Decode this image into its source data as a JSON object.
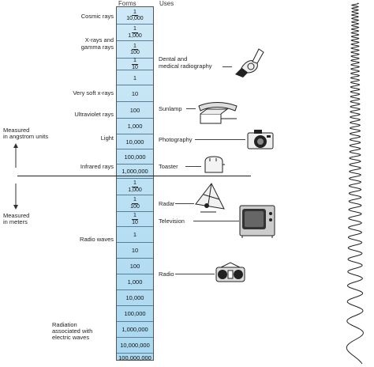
{
  "headers": {
    "forms": "Forms",
    "uses": "Uses"
  },
  "scale": [
    {
      "type": "frac",
      "num": "1",
      "den": "10,000"
    },
    {
      "type": "frac",
      "num": "1",
      "den": "1,000"
    },
    {
      "type": "frac",
      "num": "1",
      "den": "100"
    },
    {
      "type": "frac",
      "num": "1",
      "den": "10"
    },
    {
      "type": "int",
      "value": "1"
    },
    {
      "type": "int",
      "value": "10"
    },
    {
      "type": "int",
      "value": "100"
    },
    {
      "type": "int",
      "value": "1,000"
    },
    {
      "type": "int",
      "value": "10,000"
    },
    {
      "type": "int",
      "value": "100,000"
    },
    {
      "type": "int",
      "value": "1,000,000"
    },
    {
      "type": "frac",
      "num": "1",
      "den": "1,000"
    },
    {
      "type": "frac",
      "num": "1",
      "den": "100"
    },
    {
      "type": "frac",
      "num": "1",
      "den": "10"
    },
    {
      "type": "int",
      "value": "1"
    },
    {
      "type": "int",
      "value": "10"
    },
    {
      "type": "int",
      "value": "100"
    },
    {
      "type": "int",
      "value": "1,000"
    },
    {
      "type": "int",
      "value": "10,000"
    },
    {
      "type": "int",
      "value": "100,000"
    },
    {
      "type": "int",
      "value": "1,000,000"
    },
    {
      "type": "int",
      "value": "10,000,000"
    },
    {
      "type": "int",
      "value": "100,000,000"
    }
  ],
  "forms": {
    "cosmic": "Cosmic rays",
    "xray1": "X-rays and",
    "xray2": "gamma rays",
    "softx": "Very soft x-rays",
    "uv": "Ultraviolet rays",
    "light": "Light",
    "infrared": "Infrared rays",
    "radio": "Radio waves",
    "rad1": "Radiation",
    "rad2": "associated with",
    "rad3": "electric waves"
  },
  "uses": {
    "dental1": "Dental and",
    "dental2": "medical radiography",
    "sunlamp": "Sunlamp",
    "photo": "Photography",
    "toaster": "Toaster",
    "radar": "Radar",
    "tv": "Television",
    "radio": "Radio"
  },
  "side_labels": {
    "ang1": "Measured",
    "ang2": "in angstrom units",
    "m1": "Measured",
    "m2": "in meters"
  },
  "icons": [
    "dental-xray-icon",
    "sunlamp-icon",
    "camera-icon",
    "toaster-icon",
    "radar-dish-icon",
    "television-icon",
    "radio-icon",
    "wave-icon"
  ]
}
